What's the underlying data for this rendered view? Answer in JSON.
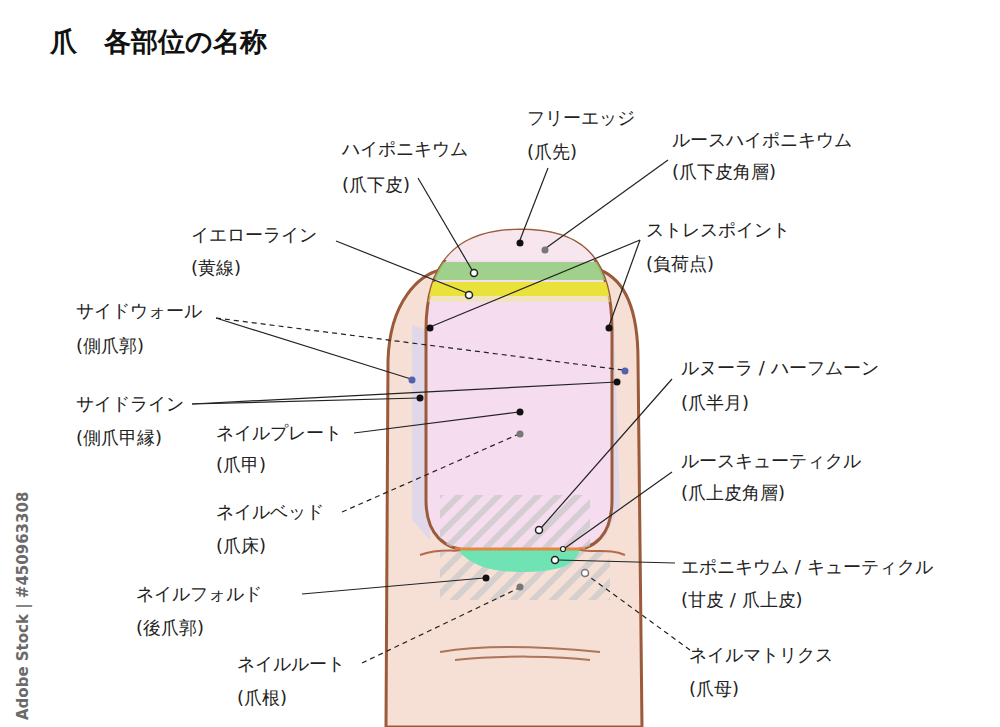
{
  "diagram": {
    "title": "爪　各部位の名称",
    "labels": [
      "ハイポニキウム",
      "(爪下皮)",
      "フリーエッジ",
      "(爪先)",
      "ルースハイポニキウム",
      "(爪下皮角層)",
      "イエローライン",
      "(黄線)",
      "ストレスポイント",
      "(負荷点)",
      "サイドウォール",
      "(側爪郭)",
      "サイドライン",
      "(側爪甲縁)",
      "ネイルプレート",
      "(爪甲)",
      "ルヌーラ / ハーフムーン",
      "(爪半月)",
      "ネイルベッド",
      "(爪床)",
      "ルースキューティクル",
      "(爪上皮角層)",
      "エポニキウム / キューティクル",
      "(甘皮 / 爪上皮)",
      "ネイルフォルド",
      "(後爪郭)",
      "ネイルルート",
      "(爪根)",
      "ネイルマトリクス",
      "(爪母)",
      "Adobe Stock | #450963308"
    ]
  }
}
